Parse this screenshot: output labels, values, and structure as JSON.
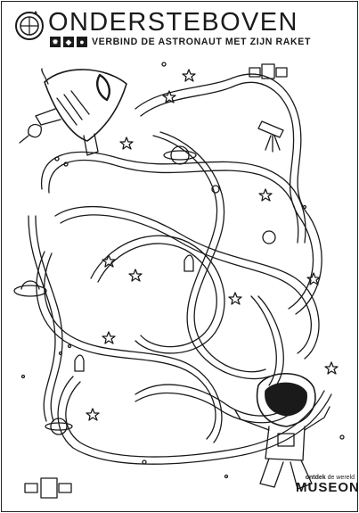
{
  "page": {
    "title": "ONDERSTEBOVEN",
    "subtitle": "VERBIND DE ASTRONAUT MET ZIJN RAKET",
    "difficulty_symbols": [
      "✹",
      "◆",
      "●"
    ]
  },
  "brand": {
    "tag_bold": "ontdek",
    "tag_rest": " de wereld",
    "name": "MUSEON"
  },
  "icons": {
    "logo": "museon-planet-logo-icon",
    "rocket": "rocket-icon",
    "astronaut": "astronaut-icon",
    "telescope": "telescope-icon",
    "satellite": "satellite-icon",
    "planet": "saturn-planet-icon",
    "ufo": "ufo-icon",
    "star": "star-icon"
  },
  "colors": {
    "ink": "#1a1a1a",
    "paper": "#ffffff"
  }
}
